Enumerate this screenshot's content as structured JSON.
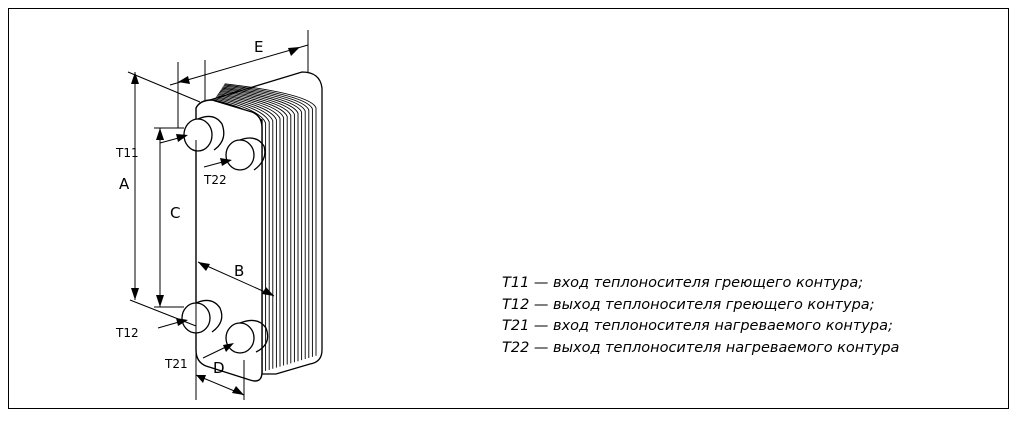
{
  "diagram": {
    "dimension_labels": {
      "a": "A",
      "b": "B",
      "c": "C",
      "d": "D",
      "e": "E"
    },
    "port_labels": {
      "t11": "T11",
      "t12": "T12",
      "t21": "T21",
      "t22": "T22"
    },
    "legend": [
      "T11 — вход теплоносителя греющего контура;",
      "T12 — выход теплоносителя греющего контура;",
      "T21 — вход теплоносителя нагреваемого контура;",
      "T22 — выход теплоносителя нагреваемого контура"
    ]
  }
}
